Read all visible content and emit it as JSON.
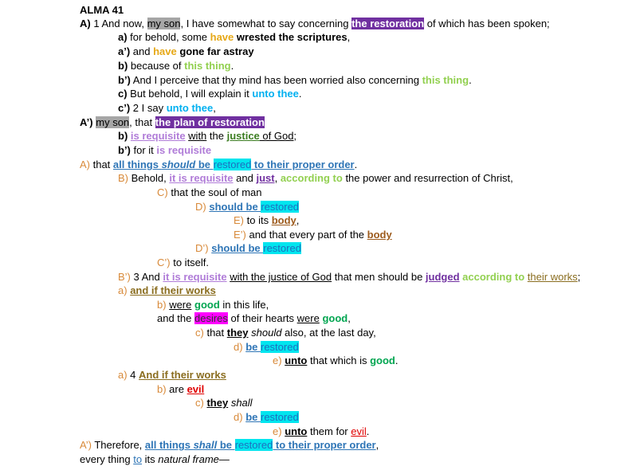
{
  "title": "ALMA 41",
  "lines": {
    "l1": {
      "label": "A)",
      "t1": " 1 And now, ",
      "myson": "my son",
      "t2": ", I have somewhat to say concerning ",
      "restoration": "the restoration",
      "t3": " of which has been spoken;"
    },
    "l2": {
      "label": "a)",
      "t1": " for behold, some ",
      "have": "have",
      "t2": " wrested the scriptures",
      "t3": ","
    },
    "l3": {
      "label": "a’)",
      "t1": " and ",
      "have": "have",
      "t2": " gone far astray"
    },
    "l4": {
      "label": "b)",
      "t1": " because of ",
      "thing": "this thing",
      "t2": "."
    },
    "l5": {
      "label": "b’)",
      "t1": " And I perceive that thy mind has been worried also concerning ",
      "thing": "this thing",
      "t2": "."
    },
    "l6": {
      "label": "c)",
      "t1": " But behold, I will explain it ",
      "thee": "unto thee",
      "t2": "."
    },
    "l7": {
      "label": "c’)",
      "t1": " 2 I say ",
      "thee": "unto thee",
      "t2": ","
    },
    "l8": {
      "label": "A’)",
      "t1": " ",
      "myson": "my son",
      "t2": ", that ",
      "plan": "the plan of restoration"
    },
    "l9": {
      "label": "b)",
      "t1": " ",
      "requisite": "is requisite",
      "t2": " ",
      "with": "with",
      "t3": " the ",
      "justice": "justice",
      "t4": " of God;"
    },
    "l10": {
      "label": "b’)",
      "t1": " for it ",
      "requisite": "is requisite"
    },
    "l11": {
      "label": "A)",
      "t1": " that ",
      "all": "all things ",
      "should": "should",
      "be": " be ",
      "restored": "restored",
      "order": " to their proper order",
      "t2": "."
    },
    "l12": {
      "label": "B)",
      "t1": " Behold, ",
      "requisite": "it is requisite",
      "t2": " and ",
      "just": "just",
      "t3": ", ",
      "according": "according to",
      "t4": " the power and resurrection of Christ,"
    },
    "l13": {
      "label": "C)",
      "t1": " that the soul of man"
    },
    "l14": {
      "label": "D)",
      "t1": "  ",
      "shouldbe": "should be ",
      "restored": "restored"
    },
    "l15": {
      "label": "E)",
      "t1": "  to its ",
      "body": "body",
      "t2": ","
    },
    "l16": {
      "label": "E’)",
      "t1": " and that every part of the ",
      "body": "body"
    },
    "l17": {
      "label": "D’)",
      "t1": " ",
      "shouldbe": "should be ",
      "restored": "restored"
    },
    "l18": {
      "label": "C’)",
      "t1": " to itself."
    },
    "l19": {
      "label": "B’)",
      "t1": " 3 And ",
      "requisite": "it is requisite",
      "t2": " ",
      "withjustice": "with the justice",
      "t3": " of God",
      "t4": " that men should be ",
      "judged": "judged",
      "t5": " ",
      "according": "according to",
      "t6": " ",
      "works": "their works",
      "t7": ";"
    },
    "l20": {
      "label": "a)",
      "t1": " ",
      "works": "and if their works"
    },
    "l21": {
      "label": "b)",
      "t1": " ",
      "were": "were",
      "t2": " ",
      "good": "good",
      "t3": " in this life,"
    },
    "l22": {
      "t1": "and the ",
      "desires": "desires",
      "t2": " of their hearts ",
      "were": "were",
      "t3": " ",
      "good": "good",
      "t4": ","
    },
    "l23": {
      "label": "c)",
      "t1": " that ",
      "they": "they",
      "t2": " ",
      "should": "should",
      "t3": " also, at the last day,"
    },
    "l24": {
      "label": "d)",
      "t1": " ",
      "be": "be ",
      "restored": "restored"
    },
    "l25": {
      "label": "e)",
      "t1": " ",
      "unto": "unto",
      "t2": " that which is ",
      "good": "good",
      "t3": "."
    },
    "l26": {
      "label": "a)",
      "t1": " 4 ",
      "works": "And if their works"
    },
    "l27": {
      "label": "b)",
      "t1": " are ",
      "evil": "evil"
    },
    "l28": {
      "label": "c)",
      "t1": " ",
      "they": "they",
      "t2": " ",
      "shall": "shall"
    },
    "l29": {
      "label": "d)",
      "t1": " ",
      "be": "be ",
      "restored": "restored"
    },
    "l30": {
      "label": "e)",
      "t1": " ",
      "unto": "unto",
      "t2": " them for ",
      "evil": "evil",
      "t3": "."
    },
    "l31": {
      "label": "A’)",
      "t1": " Therefore, ",
      "all": "all things ",
      "shall": "shall",
      "be": " be ",
      "restored": "restored",
      "order": " to their proper order",
      "t2": ","
    },
    "l32": {
      "t1": "every thing ",
      "to": "to",
      "t2": " its ",
      "natural": "natural frame",
      "t3": "—"
    }
  }
}
